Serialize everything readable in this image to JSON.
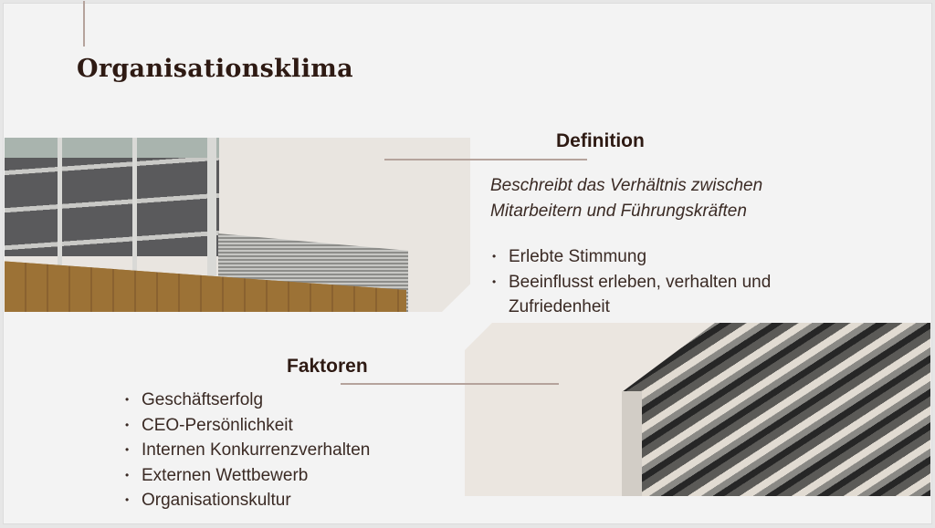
{
  "slide": {
    "title": "Organisationsklima",
    "definition": {
      "heading": "Definition",
      "text_line1": "Beschreibt das Verhältnis zwischen",
      "text_line2": "Mitarbeitern und Führungskräften",
      "bullets": [
        "Erlebte Stimmung",
        "Beeinflusst erleben, verhalten und Zufriedenheit"
      ]
    },
    "faktoren": {
      "heading": "Faktoren",
      "bullets": [
        "Geschäftserfolg",
        "CEO-Persönlichkeit",
        "Internen Konkurrenzverhalten",
        "Externen Wettbewerb",
        "Organisationskultur"
      ]
    }
  },
  "colors": {
    "text": "#2e1a13",
    "accent_line": "#b5a39c",
    "background": "#f3f3f3"
  }
}
